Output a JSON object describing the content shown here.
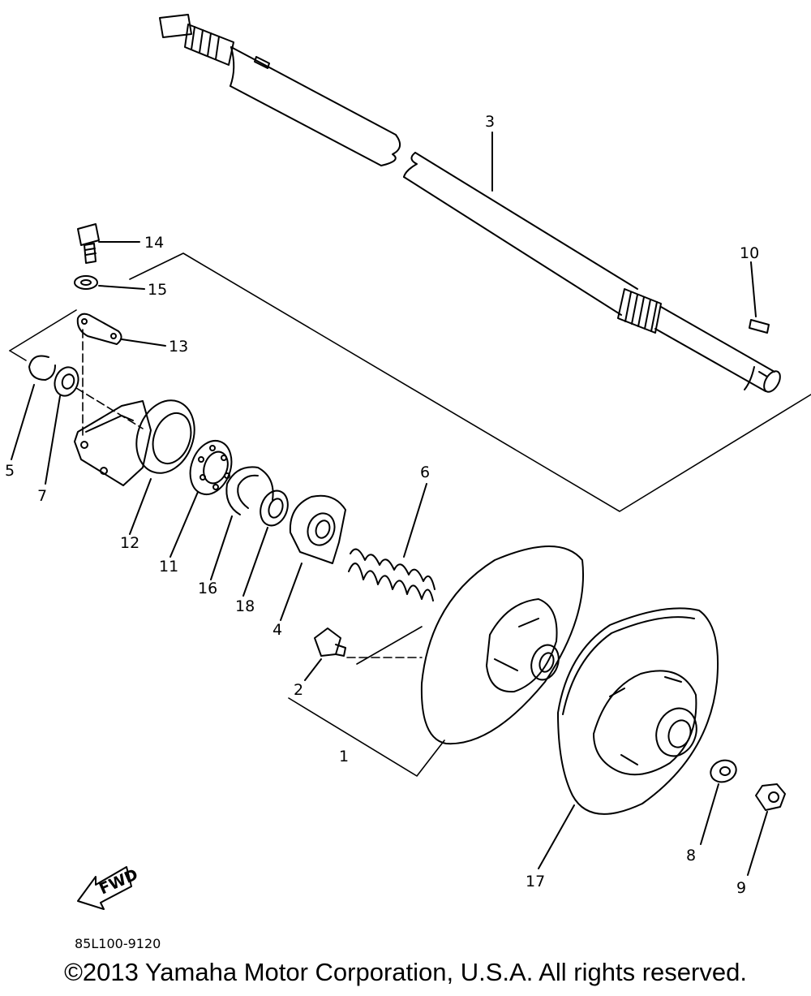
{
  "callouts": {
    "c1": "1",
    "c2": "2",
    "c3": "3",
    "c4": "4",
    "c5": "5",
    "c6": "6",
    "c7": "7",
    "c8": "8",
    "c9": "9",
    "c10": "10",
    "c11": "11",
    "c12": "12",
    "c13": "13",
    "c14": "14",
    "c15": "15",
    "c16": "16",
    "c17": "17",
    "c18": "18"
  },
  "fwd_label": "FWD",
  "diagram_code": "85L100-9120",
  "copyright": "©2013 Yamaha Motor Corporation, U.S.A. All rights reserved."
}
